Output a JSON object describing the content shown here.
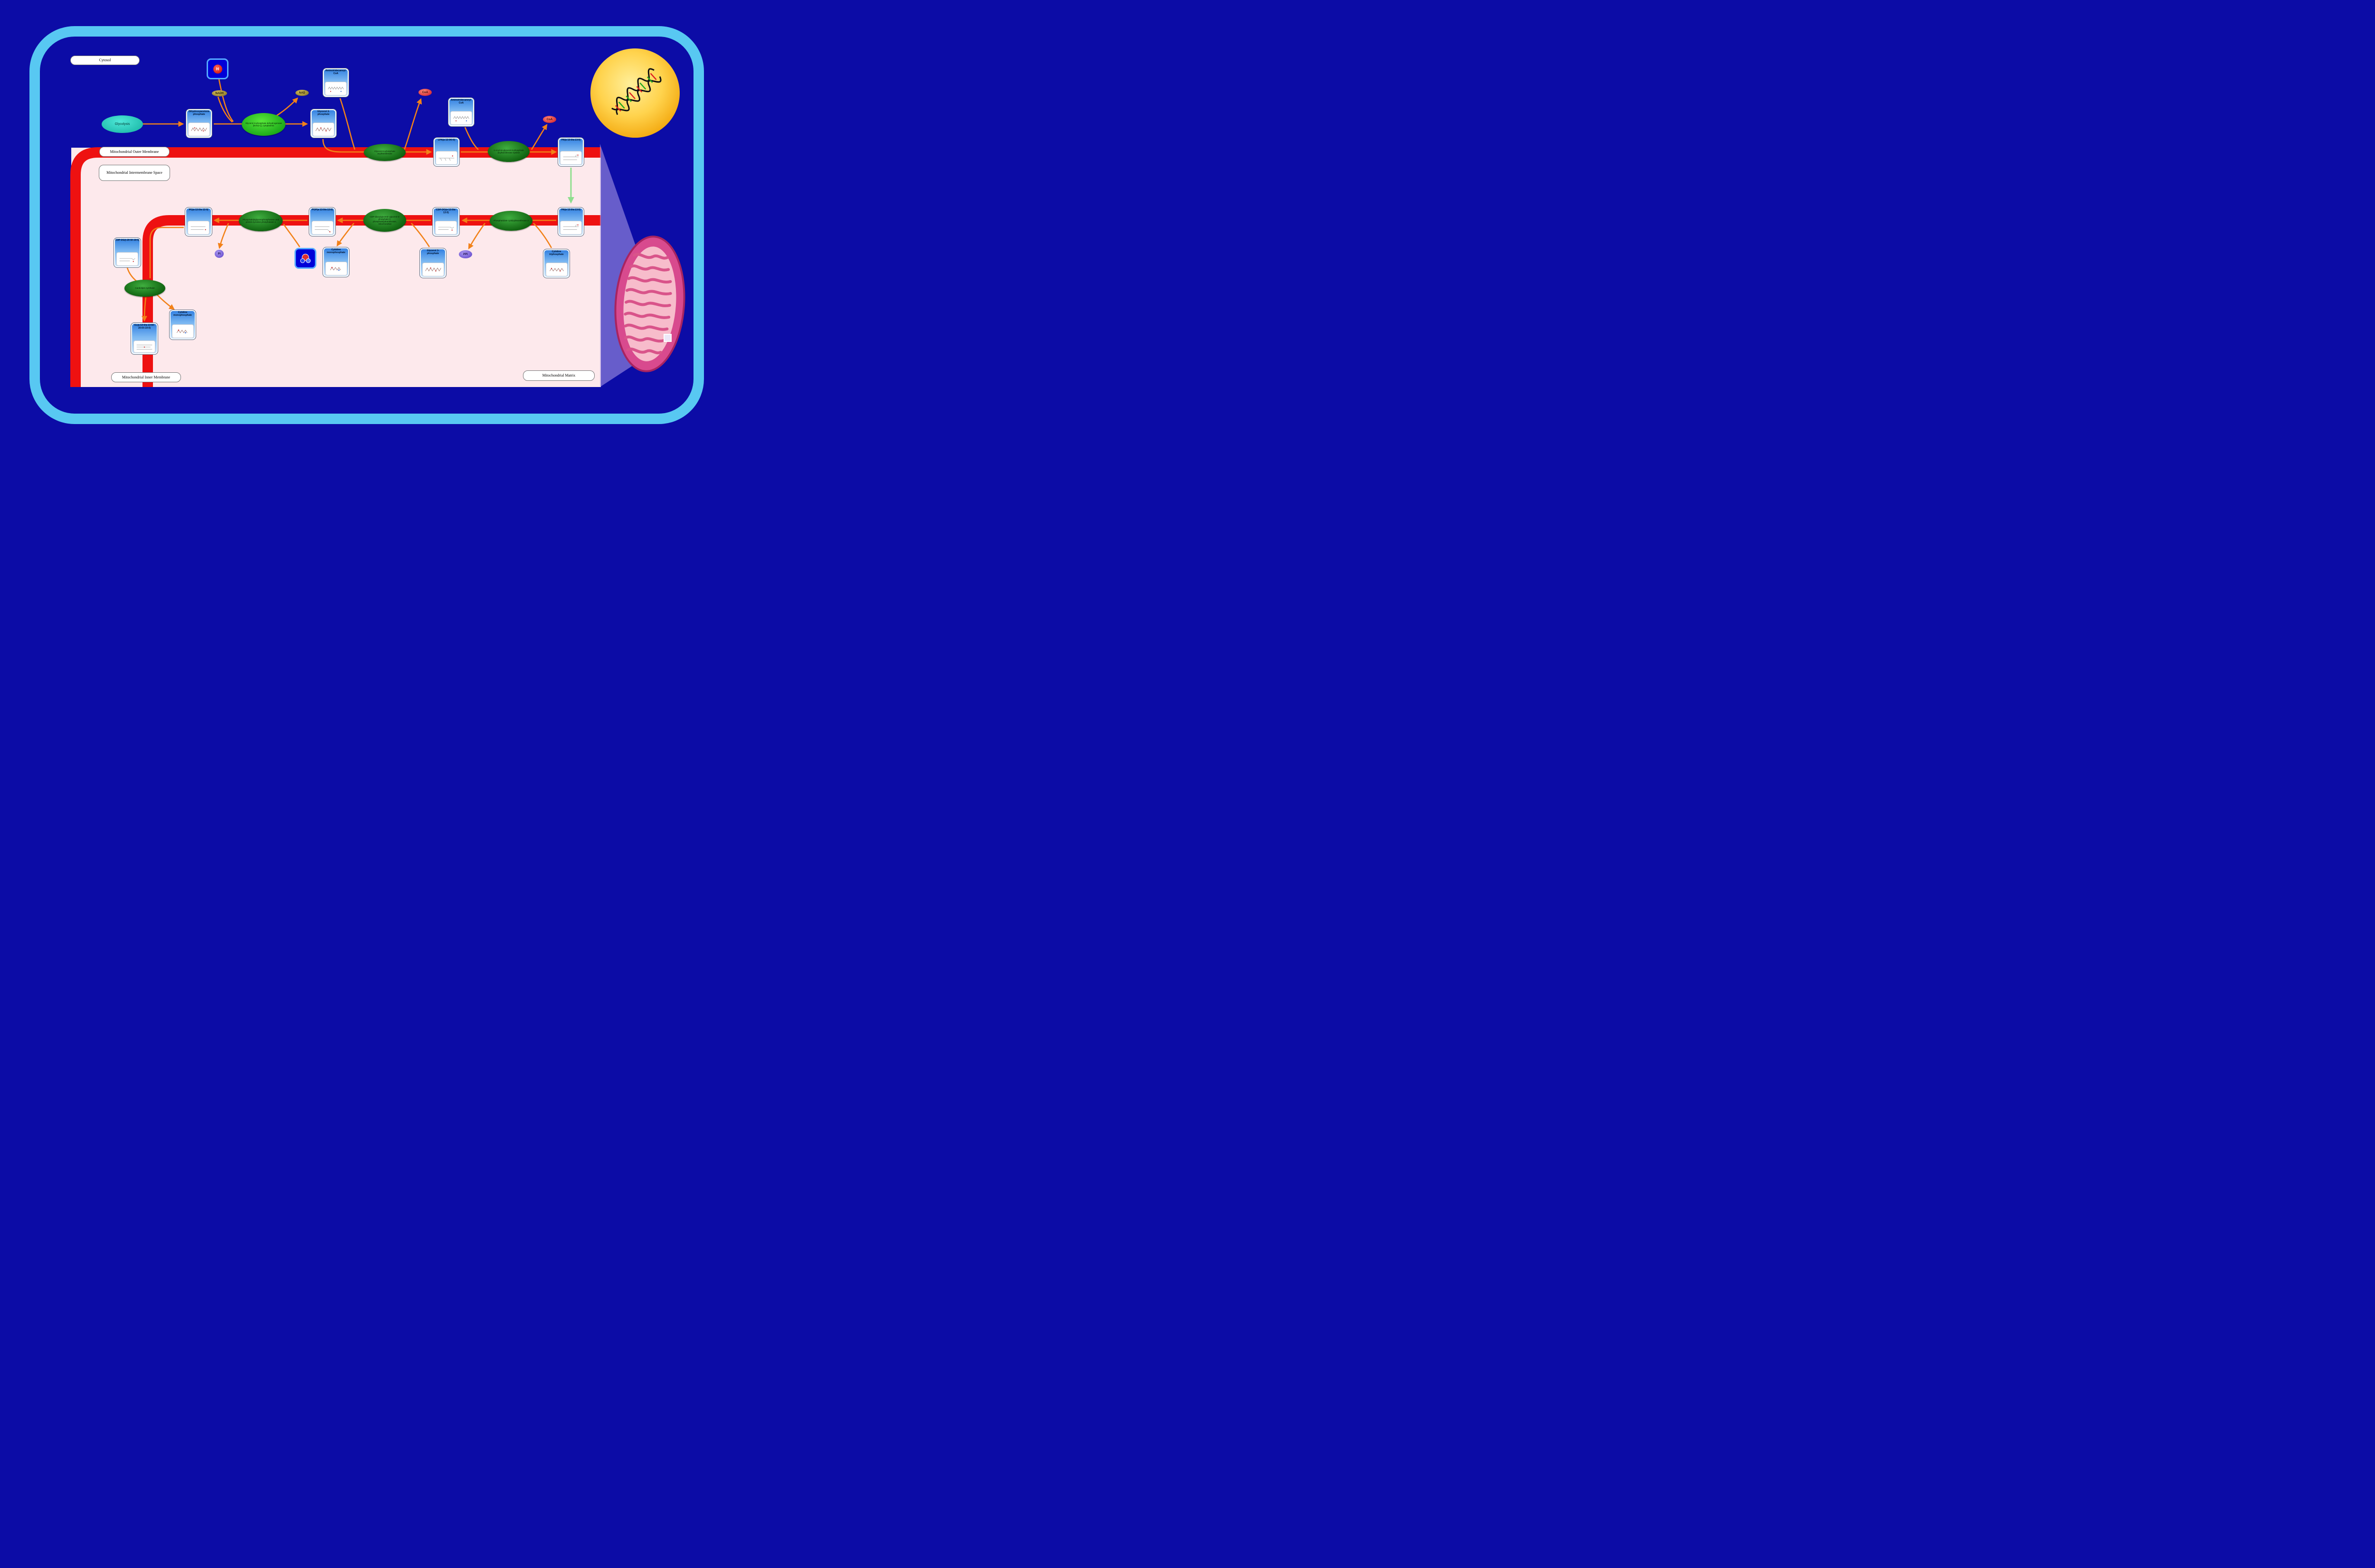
{
  "compartments": {
    "cytosol": {
      "label": "Cytosol"
    },
    "outer_membrane": {
      "label": "Mitochondrial Outer Membrane"
    },
    "intermembrane_space": {
      "label": "Mitochondrial Intermembrane Space"
    },
    "inner_membrane": {
      "label": "Mitochondrial Inner Membrane"
    },
    "matrix": {
      "label": "Mitochondrial Matrix"
    }
  },
  "pathway_links": {
    "glycolysis": {
      "label": "Glycolysis"
    }
  },
  "metabolites": {
    "dhap": {
      "label": "Dihydroxyacetone phosphate"
    },
    "g3p_cytosol": {
      "label": "Glycerol 3-phosphate"
    },
    "aminotridecanoyl_coa_1": {
      "label": "Aminotridecanoyl-CoA"
    },
    "aminotridecanoyl_coa_2": {
      "label": "Aminotridecanoyl-CoA"
    },
    "lpa": {
      "label": "LPA(a-13:0/0:0)"
    },
    "pa_outer": {
      "label": "PA(a-13:0/a-13:0)"
    },
    "pa_inner": {
      "label": "PA(a-13:0/a-13:0)"
    },
    "cdp_dg_a": {
      "label": "CDP-DG(a-13:0/a-13:0)"
    },
    "ctp": {
      "label": "Cytidine triphosphate"
    },
    "g3p_matrix": {
      "label": "Glycerol 3-phosphate"
    },
    "pgp": {
      "label": "PGP(a-13:0/a-13:0)"
    },
    "cmp_1": {
      "label": "Cytidine monophosphate"
    },
    "pg": {
      "label": "PG(a-13:0/a-13:0)"
    },
    "cdp_dg_i": {
      "label": "CDP-DG(i-20:0/i-19:0)"
    },
    "cl": {
      "label": "CL(a-13:0/a-13:0/i-20:0/i-19:0)"
    },
    "cmp_2": {
      "label": "Cytidine monophosphate"
    }
  },
  "enzymes": {
    "gpd1": {
      "label": "Glycerol-3-phosphate dehydrogenase [NAD(+)], cytoplasmic"
    },
    "gpat": {
      "label": "Glycerol-3-phosphate acyltransferase"
    },
    "agpat_epsilon": {
      "label": "1-Acyl-sn-glycerol-3-phosphate acyltransferase epsilon"
    },
    "pcyt2": {
      "label": "Phosphatidate cytidylyltransferase 2"
    },
    "pgs1": {
      "label": "CDP-diacylglycerol--glycerol-3-phosphate 3-phosphatidyltransferase, mitochondrial"
    },
    "ptpmt1": {
      "label": "Phosphatidylglycerophosphatase and protein-tyrosine phosphatase 1"
    },
    "crls1": {
      "label": "Cardiolipin synthase"
    }
  },
  "cofactors": {
    "nadh": {
      "label": "NADH"
    },
    "nad": {
      "label": "NAD"
    },
    "h_plus": {
      "label": "H"
    },
    "coa_1": {
      "label": "CoA"
    },
    "coa_2": {
      "label": "CoA"
    },
    "ppi": {
      "label": "PPi"
    },
    "pi": {
      "label": "Pi"
    },
    "h2o": {
      "icon": "water-molecule-icon"
    }
  },
  "icons": {
    "nucleus": "nucleus-dna-icon",
    "mitochondrion": "mitochondrion-icon",
    "zoom_lens": "zoom-region-highlight"
  },
  "colors": {
    "background_navy": "#0c0ca6",
    "cell_border_blue": "#58c8f2",
    "membrane_red": "#ee1111",
    "matrix_pink": "#fde9ec",
    "arrow_orange": "#f28118",
    "transport_green": "#8ede8e",
    "enzyme_green": "#0c5c0c",
    "enzyme_bright_green": "#2ecc1f",
    "metabolite_blue": "#2e7de0",
    "nucleus_yellow": "#f7b21a",
    "mitochondrion_pink": "#d84a8e",
    "glycolysis_teal": "#2ad0c0"
  }
}
